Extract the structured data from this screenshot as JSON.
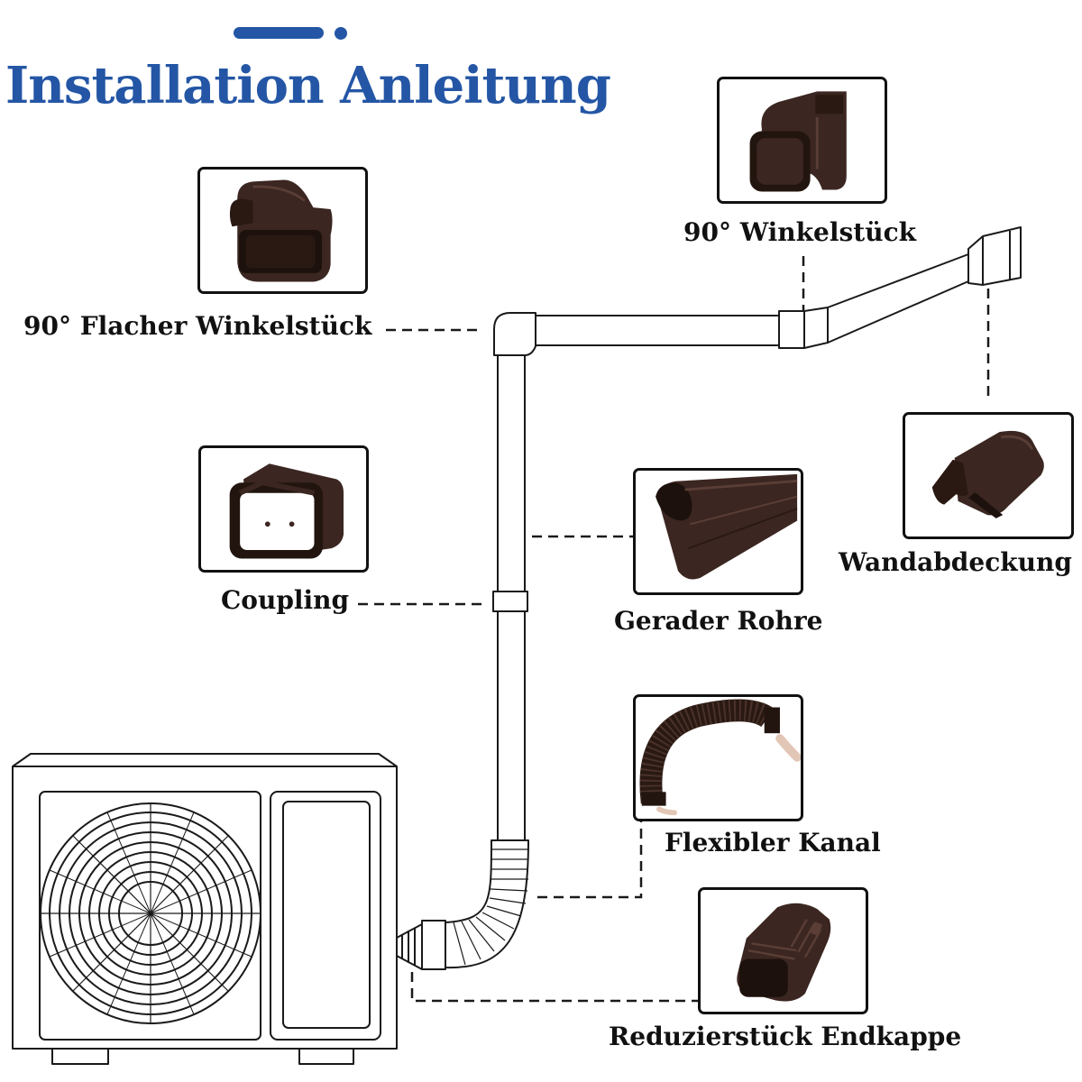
{
  "title": "Installation Anleitung",
  "colors": {
    "title": "#2456a5",
    "product": "#3b2621",
    "product_dark": "#22150f",
    "line": "#1a1a1a"
  },
  "parts": [
    {
      "id": "flat-elbow",
      "label": "90° Flacher  Winkelstück",
      "icon": "flat-elbow-photo"
    },
    {
      "id": "elbow",
      "label": "90° Winkelstück",
      "icon": "elbow-photo"
    },
    {
      "id": "wall-cover",
      "label": "Wandabdeckung",
      "icon": "wall-cover-photo"
    },
    {
      "id": "coupling",
      "label": "Coupling",
      "icon": "coupling-photo"
    },
    {
      "id": "straight-pipe",
      "label": "Gerader Rohre",
      "icon": "straight-pipe-photo"
    },
    {
      "id": "flexible-duct",
      "label": "Flexibler Kanal",
      "icon": "flexible-duct-photo"
    },
    {
      "id": "end-cap",
      "label": "Reduzierstück Endkappe",
      "icon": "end-cap-photo"
    }
  ]
}
